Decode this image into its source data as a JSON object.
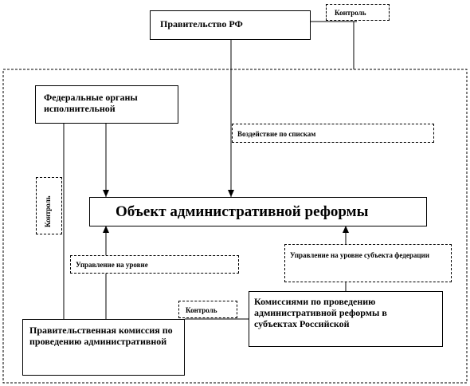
{
  "boxes": {
    "government": "Правительство РФ",
    "control_top": "Контроль",
    "federal_bodies": "Федеральные органы исполнительной",
    "influence": "Воздействие по спискам",
    "control_left": "Контроль",
    "reform_object": "Объект административной реформы",
    "management_level": "Управление на уровне",
    "management_subject": "Управление на уровне субъекта федерации",
    "control_bottom": "Контроль",
    "commissions_subjects": "Комиссиями по проведению административной реформы в субъектах Российской",
    "government_commission": "Правительственная комиссия по проведению административной"
  }
}
